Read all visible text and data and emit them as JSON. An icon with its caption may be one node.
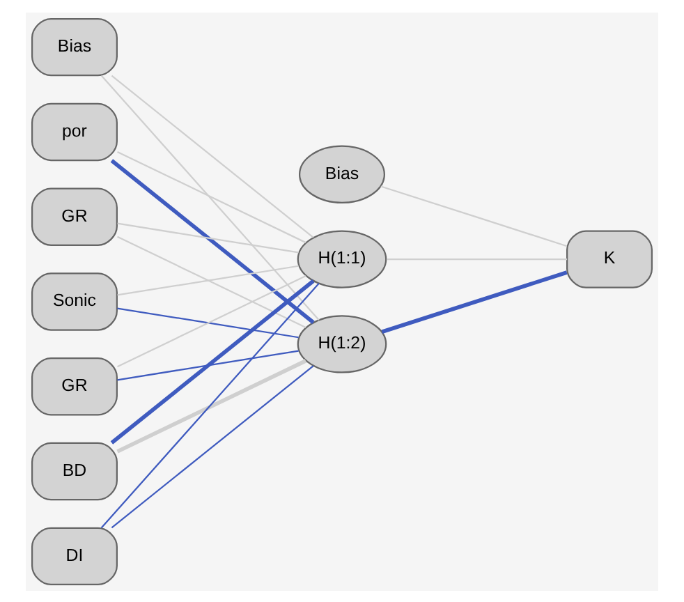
{
  "diagram": {
    "nodes": [
      {
        "text": [
          "Bias"
        ]
      },
      {
        "text": [
          "por"
        ]
      },
      {
        "text": [
          "GR"
        ]
      },
      {
        "text": [
          "Sonic"
        ]
      },
      {
        "text": [
          "GR"
        ]
      },
      {
        "text": [
          "BD"
        ]
      },
      {
        "text": [
          "DI"
        ]
      },
      {
        "text": [
          "Bias"
        ]
      },
      {
        "text": [
          "H(1:1)"
        ]
      },
      {
        "text": [
          "H(1:2)"
        ]
      },
      {
        "text": [
          "K"
        ]
      }
    ],
    "edges": [
      {
        "from": 0,
        "to": 8,
        "arrow": "none"
      },
      {
        "from": 0,
        "to": 9,
        "arrow": "none"
      },
      {
        "from": 1,
        "to": 8,
        "arrow": "none"
      },
      {
        "from": 1,
        "to": 9,
        "arrow": "none",
        "style": "thick",
        "color": "#3f5bbf"
      },
      {
        "from": 2,
        "to": 8,
        "arrow": "none"
      },
      {
        "from": 2,
        "to": 9,
        "arrow": "none"
      },
      {
        "from": 3,
        "to": 8,
        "arrow": "none"
      },
      {
        "from": 3,
        "to": 9,
        "arrow": "none",
        "color": "#3f5bbf"
      },
      {
        "from": 4,
        "to": 8,
        "arrow": "none"
      },
      {
        "from": 4,
        "to": 9,
        "arrow": "none",
        "color": "#3f5bbf"
      },
      {
        "from": 5,
        "to": 8,
        "arrow": "none",
        "style": "thick",
        "color": "#3f5bbf"
      },
      {
        "from": 5,
        "to": 9,
        "arrow": "none",
        "style": "thick"
      },
      {
        "from": 6,
        "to": 8,
        "arrow": "none",
        "color": "#3f5bbf"
      },
      {
        "from": 6,
        "to": 9,
        "arrow": "none",
        "color": "#3f5bbf"
      },
      {
        "from": 7,
        "to": 10,
        "arrow": "none"
      },
      {
        "from": 8,
        "to": 10,
        "arrow": "none"
      },
      {
        "from": 9,
        "to": 10,
        "arrow": "none",
        "style": "thick",
        "color": "#3f5bbf"
      }
    ]
  }
}
